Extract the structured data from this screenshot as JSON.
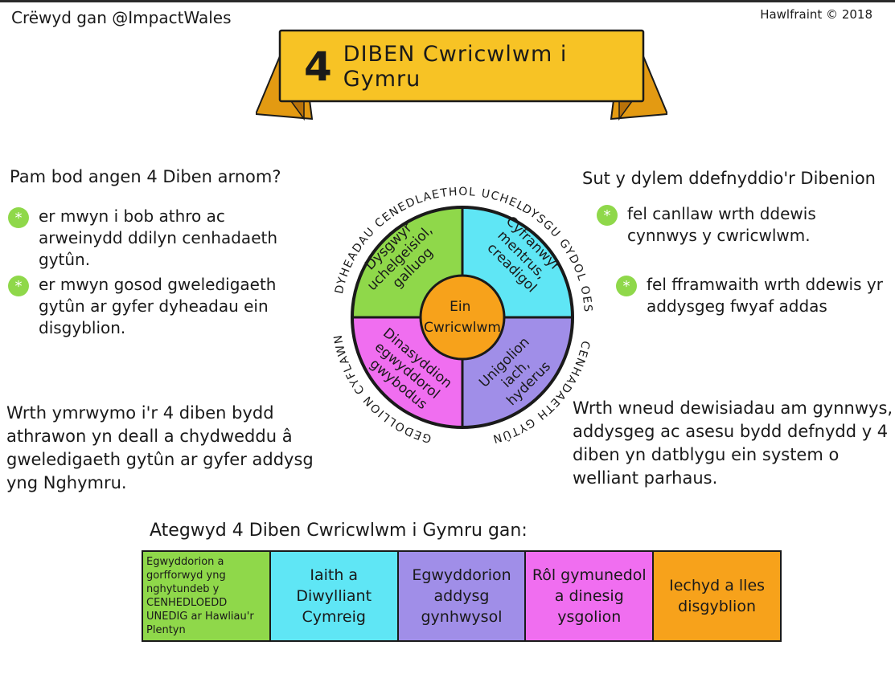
{
  "header": {
    "credit": "Crëwyd gan @ImpactWales",
    "copyright": "Hawlfraint © 2018"
  },
  "banner": {
    "number": "4",
    "title": "DIBEN Cwricwlwm i Gymru",
    "color": "#f7c325"
  },
  "left": {
    "question": "Pam bod angen 4 Diben arnom?",
    "bullets": [
      "er mwyn i bob athro ac arweinydd ddilyn cenhadaeth gytûn.",
      "er mwyn gosod gweledigaeth gytûn ar gyfer dyheadau ein disgyblion."
    ],
    "paragraph": "Wrth ymrwymo i'r 4 diben bydd athrawon yn deall a chydweddu â gweledigaeth gytûn ar gyfer addysg yng Nghymru."
  },
  "right": {
    "question": "Sut y dylem ddefnyddio'r Dibenion",
    "bullets": [
      "fel canllaw wrth ddewis cynnwys y cwricwlwm.",
      "fel fframwaith wrth ddewis yr addysgeg fwyaf addas"
    ],
    "paragraph": "Wrth wneud dewisiadau am gynnwys, addysgeg ac asesu bydd defnydd y 4 diben yn datblygu ein system o welliant parhaus."
  },
  "wheel": {
    "center": [
      "Ein",
      "Cwricwlwm"
    ],
    "quadrants": [
      {
        "lines": [
          "Dysgwyr",
          "uchelgeisiol,",
          "galluog"
        ],
        "color": "#8fd84a"
      },
      {
        "lines": [
          "Cyfranwyr",
          "mentrus,",
          "creadigol"
        ],
        "color": "#5fe6f5"
      },
      {
        "lines": [
          "Dinasyddion",
          "egwyddorol",
          "gwybodus"
        ],
        "color": "#f06ef0"
      },
      {
        "lines": [
          "Unigolion",
          "iach,",
          "hyderus"
        ],
        "color": "#a08ee8"
      }
    ],
    "ring_text": [
      "DYHEADAU CENEDLAETHOL UCHEL",
      "DYSGU GYDOL OES",
      "CENHADAETH GYTÛN",
      "GEDOLLION CYFLAWN"
    ],
    "center_color": "#f7a21b"
  },
  "bottom": {
    "heading": "Ategwyd 4 Diben Cwricwlwm i Gymru gan:",
    "boxes": [
      {
        "text": "Egwyddorion a gorfforwyd yng nghytundeb y CENHEDLOEDD UNEDIG ar Hawliau'r Plentyn",
        "color": "#8fd84a"
      },
      {
        "text": "Iaith a Diwylliant Cymreig",
        "color": "#5fe6f5"
      },
      {
        "text": "Egwyddorion addysg gynhwysol",
        "color": "#a08ee8"
      },
      {
        "text": "Rôl gymunedol a dinesig ysgolion",
        "color": "#f06ef0"
      },
      {
        "text": "Iechyd a lles disgyblion",
        "color": "#f7a21b"
      }
    ]
  }
}
